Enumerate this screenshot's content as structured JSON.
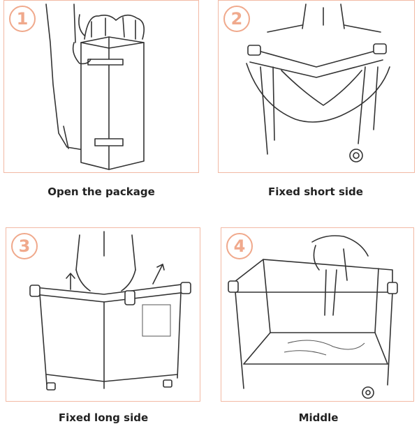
{
  "steps": [
    {
      "number": "1",
      "caption": "Open the package"
    },
    {
      "number": "2",
      "caption": "Fixed short side"
    },
    {
      "number": "3",
      "caption": "Fixed long side"
    },
    {
      "number": "4",
      "caption": "Middle"
    }
  ],
  "colors": {
    "accent": "#f0a98c",
    "border": "#f2b9a4",
    "text": "#222222"
  }
}
